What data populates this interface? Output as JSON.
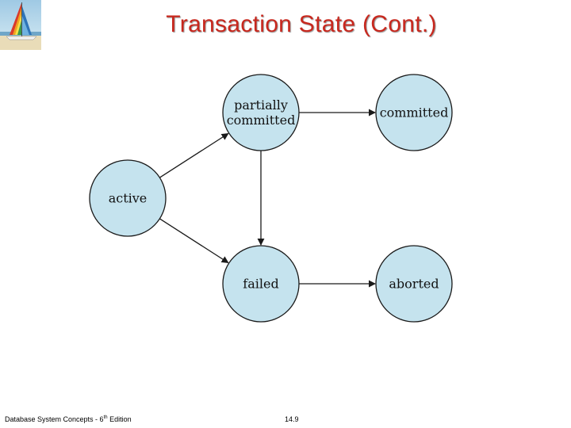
{
  "slide": {
    "title": "Transaction State (Cont.)",
    "footer": {
      "book": "Database System Concepts - 6",
      "edition_suffix": "th",
      "edition_word": " Edition",
      "page": "14.9"
    }
  },
  "diagram": {
    "colors": {
      "node_fill": "#c5e3ee",
      "title": "#c8281e"
    },
    "nodes": {
      "active": {
        "lines": [
          "active"
        ]
      },
      "partially_committed": {
        "lines": [
          "partially",
          "committed"
        ]
      },
      "committed": {
        "lines": [
          "committed"
        ]
      },
      "failed": {
        "lines": [
          "failed"
        ]
      },
      "aborted": {
        "lines": [
          "aborted"
        ]
      }
    },
    "edges": [
      {
        "from": "active",
        "to": "partially_committed"
      },
      {
        "from": "active",
        "to": "failed"
      },
      {
        "from": "partially_committed",
        "to": "committed"
      },
      {
        "from": "partially_committed",
        "to": "failed"
      },
      {
        "from": "failed",
        "to": "aborted"
      }
    ]
  }
}
